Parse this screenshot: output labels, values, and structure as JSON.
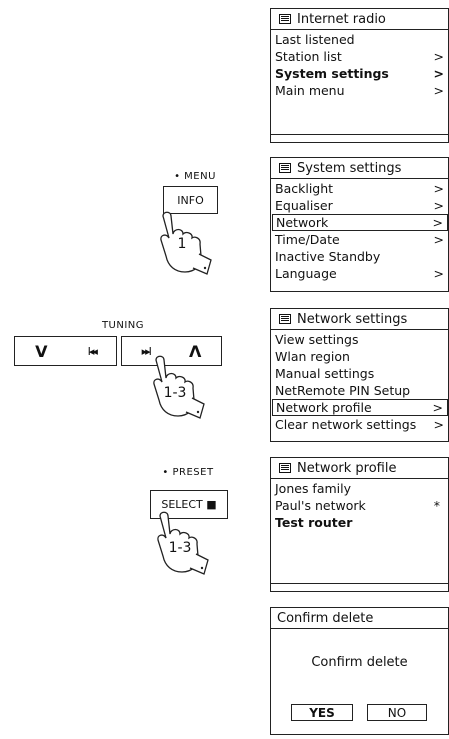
{
  "screens": {
    "internet_radio": {
      "title": "Internet radio",
      "items": [
        {
          "label": "Last listened",
          "arrow": ""
        },
        {
          "label": "Station list",
          "arrow": ">"
        },
        {
          "label": "System settings",
          "arrow": ">"
        },
        {
          "label": "Main menu",
          "arrow": ">"
        }
      ]
    },
    "system_settings": {
      "title": "System settings",
      "items": [
        {
          "label": "Backlight",
          "arrow": ">"
        },
        {
          "label": "Equaliser",
          "arrow": ">"
        },
        {
          "label": "Network",
          "arrow": ">"
        },
        {
          "label": "Time/Date",
          "arrow": ">"
        },
        {
          "label": "Inactive Standby",
          "arrow": ""
        },
        {
          "label": "Language",
          "arrow": ">"
        }
      ]
    },
    "network_settings": {
      "title": "Network settings",
      "items": [
        {
          "label": "View settings",
          "arrow": ""
        },
        {
          "label": "Wlan region",
          "arrow": ""
        },
        {
          "label": "Manual settings",
          "arrow": ""
        },
        {
          "label": "NetRemote PIN Setup",
          "arrow": ""
        },
        {
          "label": "Network profile",
          "arrow": ">"
        },
        {
          "label": "Clear network settings",
          "arrow": ">"
        }
      ]
    },
    "network_profile": {
      "title": "Network profile",
      "items": [
        {
          "label": "Jones family",
          "arrow": ""
        },
        {
          "label": "Paul's network",
          "arrow": "*"
        },
        {
          "label": "Test router",
          "arrow": ""
        }
      ]
    },
    "confirm_delete": {
      "title": "Confirm delete",
      "message": "Confirm delete",
      "yes": "YES",
      "no": "NO"
    }
  },
  "controls": {
    "menu_caption": "• MENU",
    "info_button": "INFO",
    "info_step": "1",
    "tuning_caption": "TUNING",
    "tune_down_glyph": "V",
    "prev_glyph": "I◂◂",
    "next_glyph": "▸▸I",
    "tune_up_glyph": "Λ",
    "tuning_step": "1-3",
    "preset_caption": "• PRESET",
    "select_button": "SELECT ■",
    "select_step": "1-3"
  }
}
